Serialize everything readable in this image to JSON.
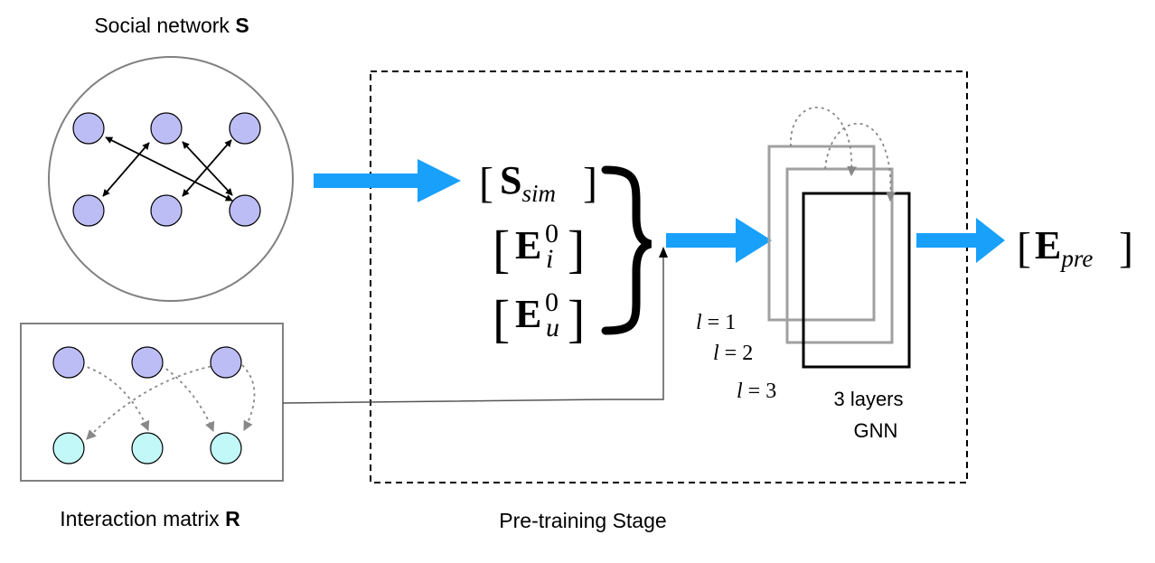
{
  "social_network": {
    "label": "Social network ",
    "symbol": "S"
  },
  "interaction_matrix": {
    "label": "Interaction matrix ",
    "symbol": "R"
  },
  "stage": {
    "label": "Pre-training Stage"
  },
  "inputs": {
    "s_sim": {
      "base": "S",
      "sub": "sim"
    },
    "e_i": {
      "base": "E",
      "sup": "0",
      "sub": "i"
    },
    "e_u": {
      "base": "E",
      "sup": "0",
      "sub": "u"
    }
  },
  "output": {
    "base": "E",
    "sub": "pre"
  },
  "layers": {
    "l1": {
      "var": "l",
      "eq": " = 1"
    },
    "l2": {
      "var": "l",
      "eq": " = 2"
    },
    "l3": {
      "var": "l",
      "eq": " = 3"
    }
  },
  "gnn": {
    "line1": "3 layers",
    "line2": "GNN"
  },
  "colors": {
    "arrow": "#18A0FB",
    "user_node": "#BDBDF6",
    "item_node": "#C2F8F8",
    "layer1": "#A0A0A0",
    "layer2": "#A0A0A0",
    "layer3": "#000000"
  }
}
